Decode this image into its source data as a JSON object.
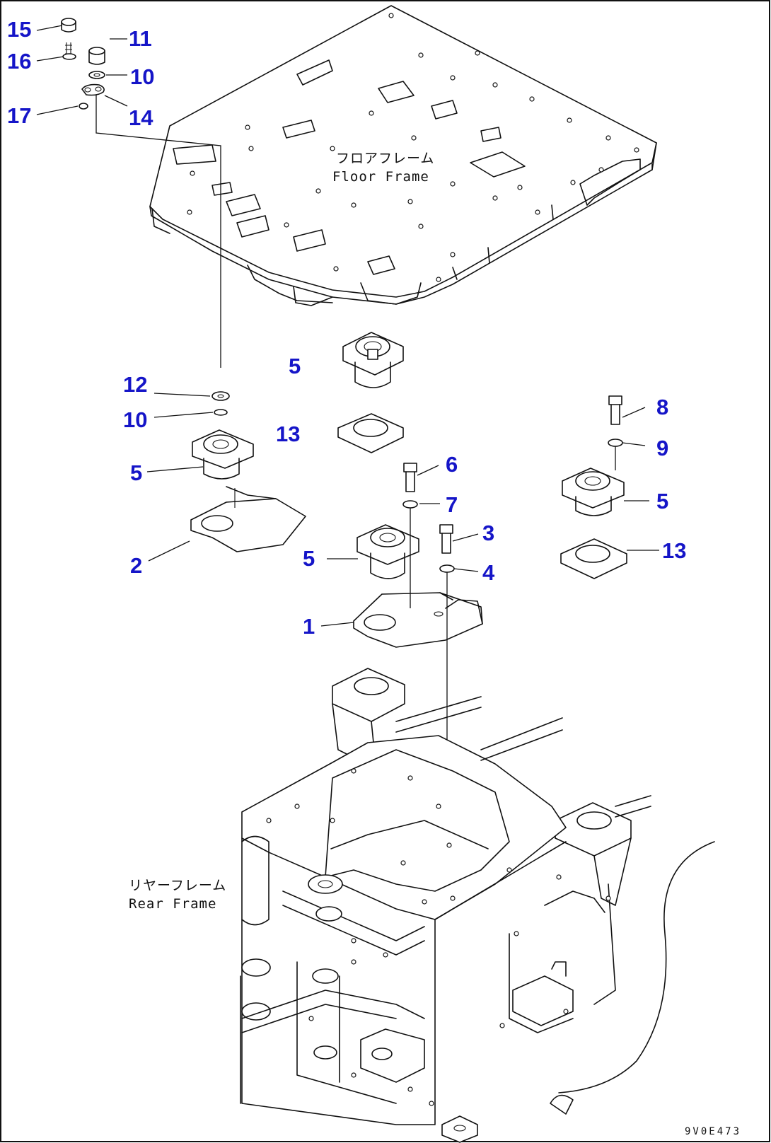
{
  "diagram": {
    "labels": {
      "floor_frame_jp": "フロアフレーム",
      "floor_frame_en": "Floor Frame",
      "rear_frame_jp": "リヤーフレーム",
      "rear_frame_en": "Rear Frame",
      "drawing_code": "9V0E473"
    },
    "callouts": [
      {
        "id": "c15",
        "text": "15"
      },
      {
        "id": "c16",
        "text": "16"
      },
      {
        "id": "c17",
        "text": "17"
      },
      {
        "id": "c11",
        "text": "11"
      },
      {
        "id": "c10a",
        "text": "10"
      },
      {
        "id": "c14",
        "text": "14"
      },
      {
        "id": "c5a",
        "text": "5"
      },
      {
        "id": "c12",
        "text": "12"
      },
      {
        "id": "c10b",
        "text": "10"
      },
      {
        "id": "c13a",
        "text": "13"
      },
      {
        "id": "c5b",
        "text": "5"
      },
      {
        "id": "c2",
        "text": "2"
      },
      {
        "id": "c6",
        "text": "6"
      },
      {
        "id": "c7",
        "text": "7"
      },
      {
        "id": "c3",
        "text": "3"
      },
      {
        "id": "c4",
        "text": "4"
      },
      {
        "id": "c5c",
        "text": "5"
      },
      {
        "id": "c1",
        "text": "1"
      },
      {
        "id": "c8",
        "text": "8"
      },
      {
        "id": "c9",
        "text": "9"
      },
      {
        "id": "c5d",
        "text": "5"
      },
      {
        "id": "c13b",
        "text": "13"
      }
    ],
    "colors": {
      "callout": "#1515c8",
      "line": "#111111",
      "background": "#ffffff"
    }
  }
}
